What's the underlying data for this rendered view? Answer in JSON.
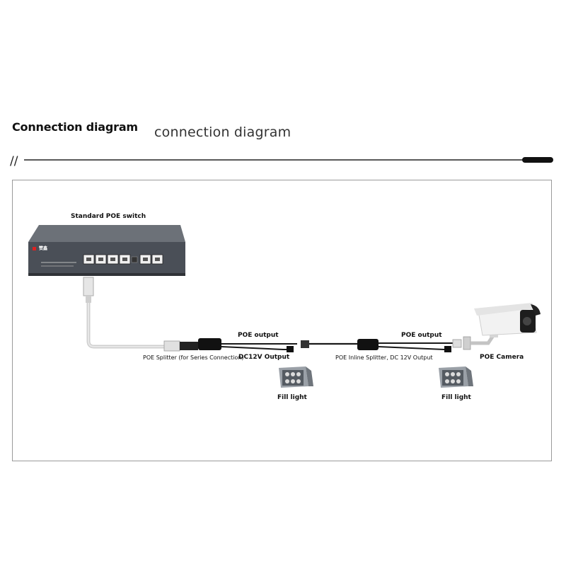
{
  "header": {
    "title_bold": "Connection diagram",
    "title_light": "connection diagram",
    "divider_mark": "//"
  },
  "diagram": {
    "switch_label": "Standard POE switch",
    "switch_brand": "赞鑫",
    "poe_output_1": "POE output",
    "poe_output_2": "POE output",
    "splitter_label": "POE Splitter (for Series Connection)",
    "dc_output_1": "DC12V Output",
    "inline_splitter_label": "POE Inline Splitter, DC 12V Output",
    "camera_label": "POE Camera",
    "fill_light_1": "Fill light",
    "fill_light_2": "Fill light"
  },
  "colors": {
    "switch_body": "#4a4f57",
    "cable_gray": "#cfcfcf",
    "black_cable": "#1a1a1a",
    "frame": "#9a9a9a"
  },
  "icons": [
    "poe-switch-icon",
    "rj45-plug-icon",
    "splitter-icon",
    "fill-light-icon",
    "camera-icon"
  ]
}
